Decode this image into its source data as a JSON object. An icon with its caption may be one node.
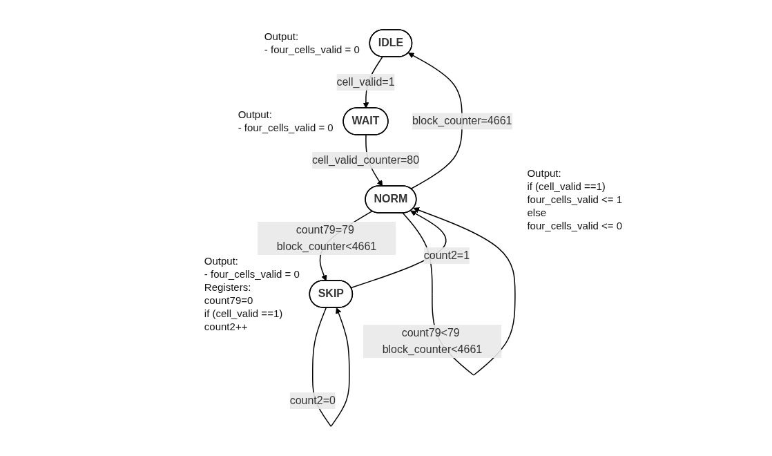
{
  "diagram": {
    "nodes": [
      {
        "text": [
          "IDLE"
        ],
        "beside": [
          "Output:",
          "- four_cells_valid = 0"
        ]
      },
      {
        "text": [
          "WAIT"
        ],
        "beside": [
          "Output:",
          "- four_cells_valid = 0"
        ]
      },
      {
        "text": [
          "SKIP"
        ],
        "beside": [
          "Output:",
          "- four_cells_valid = 0",
          "Registers:",
          "count79=0",
          "if (cell_valid ==1)",
          "count2++"
        ]
      },
      {
        "text": [
          "NORM"
        ],
        "beside": [
          "Output:",
          "if (cell_valid ==1)",
          "four_cells_valid <= 1",
          "else",
          "four_cells_valid <= 0"
        ]
      }
    ],
    "edges": [
      {
        "from": 0,
        "to": 1,
        "arrow": "to",
        "label": "cell_valid=1"
      },
      {
        "from": 3,
        "to": 0,
        "arrow": "to",
        "label": "block_counter=4661"
      },
      {
        "from": 1,
        "to": 3,
        "arrow": "to",
        "label": "cell_valid_counter=80"
      },
      {
        "from": 2,
        "to": 3,
        "arrow": "to",
        "label": "count2=1"
      },
      {
        "from": 3,
        "to": 2,
        "arrow": "to",
        "label": "count79=79 block_counter<4661"
      },
      {
        "from": 2,
        "to": 2,
        "arrow": "to",
        "label": "count2=0"
      },
      {
        "from": 3,
        "to": 3,
        "arrow": "to",
        "label": "count79<79 block_counter<4661"
      }
    ]
  }
}
